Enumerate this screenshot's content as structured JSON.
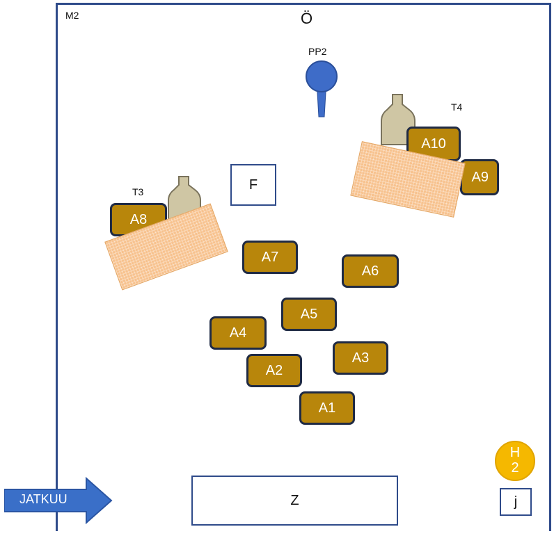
{
  "labels": {
    "map_id": "M2",
    "north": "Ö",
    "pp": "PP2",
    "t3": "T3",
    "t4": "T4",
    "f_box": "F",
    "z_box": "Z",
    "j_box": "j",
    "h_top": "H",
    "h_bottom": "2",
    "continue_arrow": "JATKUU"
  },
  "seats": [
    "A1",
    "A2",
    "A3",
    "A4",
    "A5",
    "A6",
    "A7",
    "A8",
    "A9",
    "A10"
  ],
  "colors": {
    "frame": "#2f4b8a",
    "seat_fill": "#b8860b",
    "seat_border": "#1f2a44",
    "table_fill": "#f7c28e",
    "bottle_fill": "#cfc6a4",
    "pp_fill": "#3e6cc8",
    "h_fill": "#f5b800",
    "arrow_fill": "#3a6fc8"
  }
}
